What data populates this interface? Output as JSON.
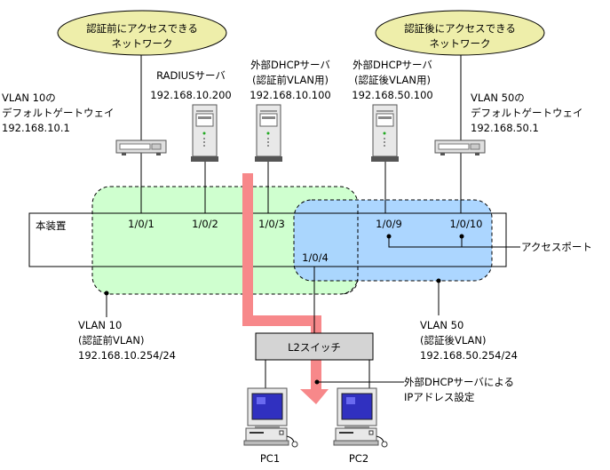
{
  "clouds": {
    "before": {
      "line1": "認証前にアクセスできる",
      "line2": "ネットワーク"
    },
    "after": {
      "line1": "認証後にアクセスできる",
      "line2": "ネットワーク"
    }
  },
  "gateways": {
    "vlan10": {
      "line1": "VLAN 10の",
      "line2": "デフォルトゲートウェイ",
      "ip": "192.168.10.1"
    },
    "vlan50": {
      "line1": "VLAN 50の",
      "line2": "デフォルトゲートウェイ",
      "ip": "192.168.50.1"
    }
  },
  "servers": {
    "radius": {
      "line1": "RADIUSサーバ",
      "ip": "192.168.10.200"
    },
    "dhcp_before": {
      "line1": "外部DHCPサーバ",
      "line2": "(認証前VLAN用)",
      "ip": "192.168.10.100"
    },
    "dhcp_after": {
      "line1": "外部DHCPサーバ",
      "line2": "(認証後VLAN用)",
      "ip": "192.168.50.100"
    }
  },
  "device": {
    "label": "本装置",
    "ports": [
      "1/0/1",
      "1/0/2",
      "1/0/3",
      "1/0/4",
      "1/0/9",
      "1/0/10"
    ],
    "access_port_label": "アクセスポート"
  },
  "vlans": {
    "vlan10": {
      "name": "VLAN 10",
      "desc": "(認証前VLAN)",
      "subnet": "192.168.10.254/24",
      "color": "#ccffcc"
    },
    "vlan50": {
      "name": "VLAN 50",
      "desc": "(認証後VLAN)",
      "subnet": "192.168.50.254/24",
      "color": "#a8d4ff"
    }
  },
  "l2switch": {
    "label": "L2スイッチ"
  },
  "dhcp_note": {
    "line1": "外部DHCPサーバによる",
    "line2": "IPアドレス設定"
  },
  "arrow_color": "#f7888a",
  "pcs": [
    "PC1",
    "PC2"
  ]
}
